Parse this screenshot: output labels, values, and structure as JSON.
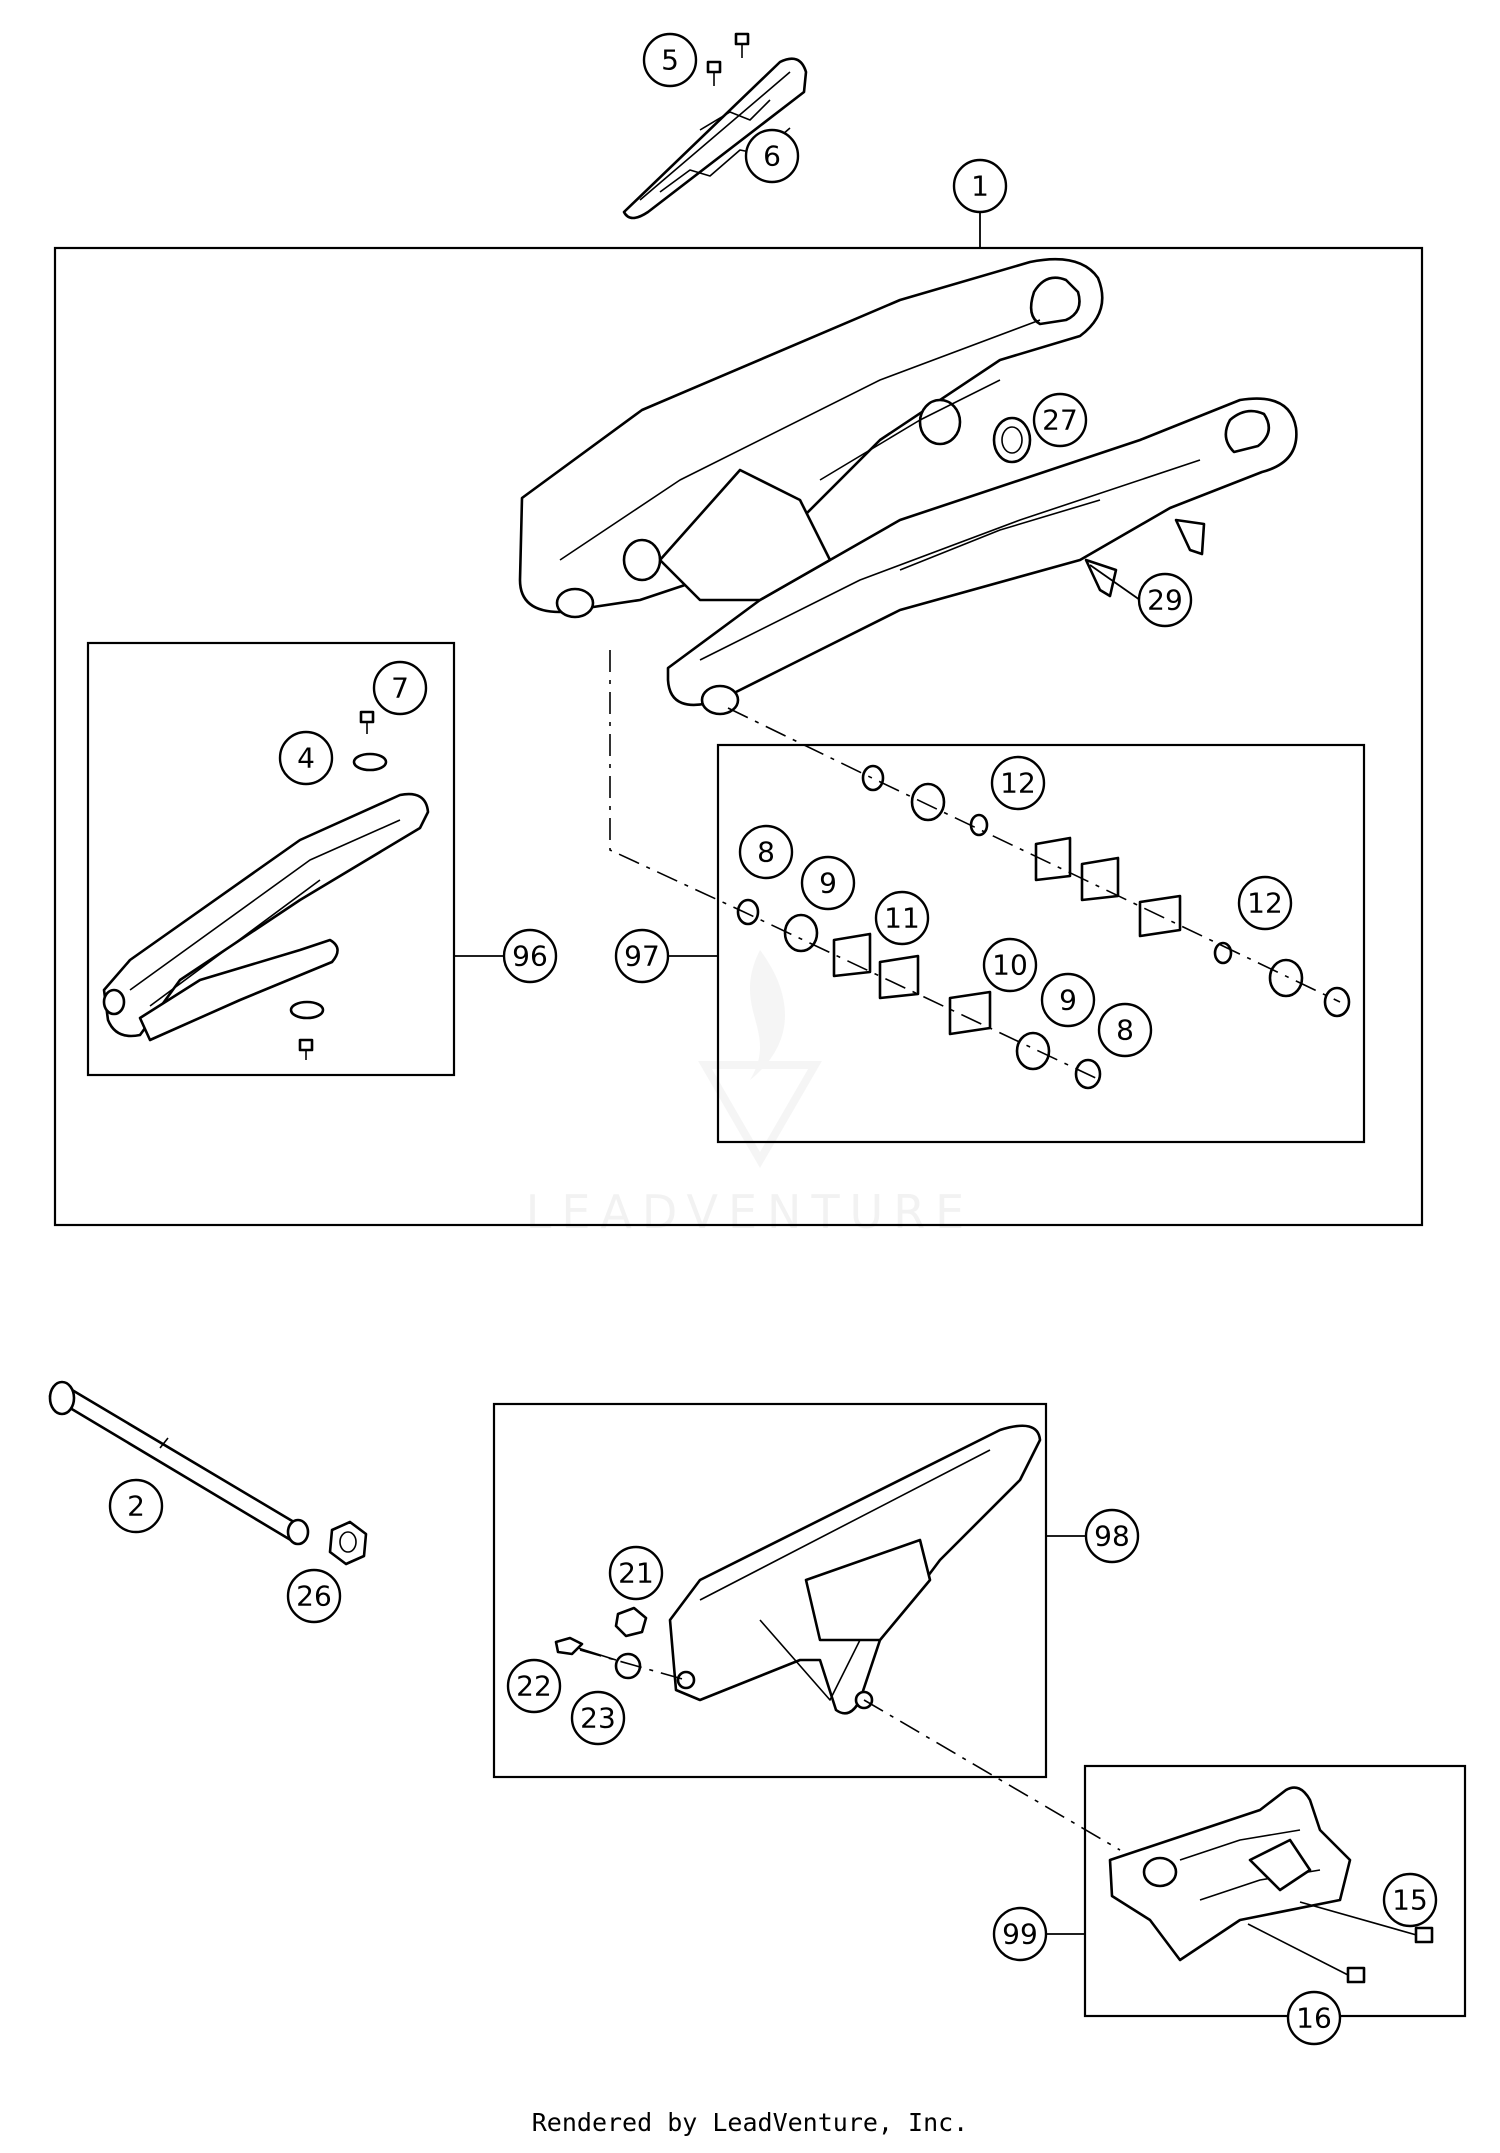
{
  "diagram": {
    "callouts": {
      "c1": "1",
      "c2": "2",
      "c4": "4",
      "c5": "5",
      "c6": "6",
      "c7": "7",
      "c8a": "8",
      "c8b": "8",
      "c9a": "9",
      "c9b": "9",
      "c10": "10",
      "c11": "11",
      "c12a": "12",
      "c12b": "12",
      "c15": "15",
      "c16": "16",
      "c21": "21",
      "c22": "22",
      "c23": "23",
      "c26": "26",
      "c27": "27",
      "c29": "29",
      "c96": "96",
      "c97": "97",
      "c98": "98",
      "c99": "99"
    },
    "watermark": "LEADVENTURE",
    "footer": "Rendered by LeadVenture, Inc."
  }
}
